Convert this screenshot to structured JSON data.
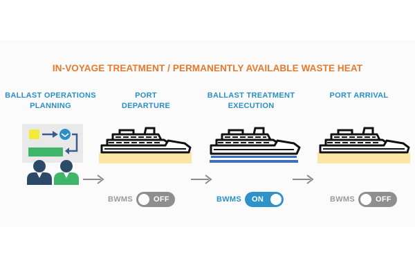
{
  "title": "IN-VOYAGE TREATMENT / PERMANENTLY AVAILABLE WASTE HEAT",
  "stages": [
    {
      "label_line1": "BALLAST OPERATIONS",
      "label_line2": "PLANNING"
    },
    {
      "label_line1": "PORT",
      "label_line2": "DEPARTURE"
    },
    {
      "label_line1": "BALLAST TREATMENT",
      "label_line2": "EXECUTION"
    },
    {
      "label_line1": "PORT ARRIVAL",
      "label_line2": ""
    }
  ],
  "bwms": [
    {
      "label": "BWMS",
      "state": "OFF"
    },
    {
      "label": "BWMS",
      "state": "ON"
    },
    {
      "label": "BWMS",
      "state": "OFF"
    }
  ],
  "colors": {
    "title": "#e8782a",
    "stage_label": "#2a8fc4",
    "toggle_on": "#2f93c9",
    "toggle_off": "#8e8e8e",
    "port_ground": "#fce6a3",
    "water": "#3a6fc2"
  },
  "icons": {
    "planning": "meeting-whiteboard-icon",
    "ship": "cruise-ship-icon",
    "arrow": "arrow-right-icon"
  }
}
